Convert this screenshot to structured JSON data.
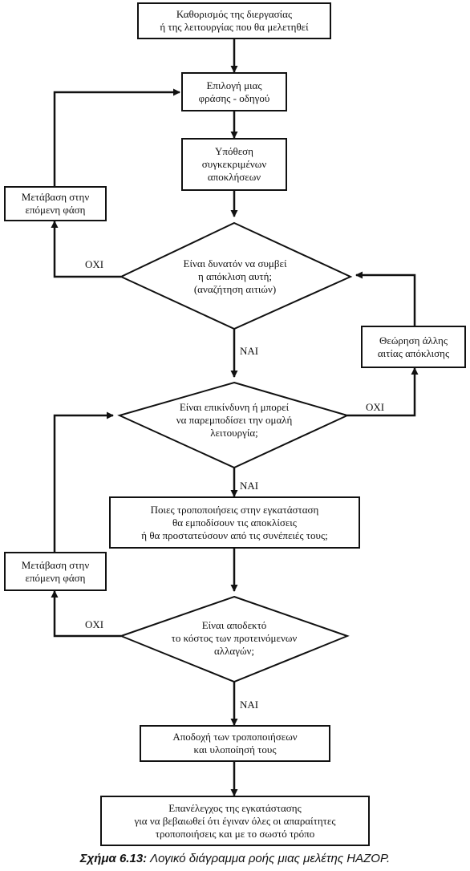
{
  "nodes": {
    "define": "Καθορισμός της διεργασίας\nή της λειτουργίας που θα μελετηθεί",
    "select_phrase": "Επιλογή μιας\nφράσης - οδηγού",
    "assume": "Υπόθεση\nσυγκεκριμένων\nαποκλήσεων",
    "next_phase_1": "Μετάβαση στην\nεπόμενη φάση",
    "decision_possible": "Είναι δυνατόν να συμβεί\nη απόκλιση αυτή;\n(αναζήτηση αιτιών)",
    "other_cause": "Θεώρηση άλλης\nαιτίας απόκλισης",
    "decision_dangerous": "Είναι επικίνδυνη ή μπορεί\nνα παρεμποδίσει την ομαλή\nλειτουργία;",
    "modifications": "Ποιες τροποποιήσεις στην εγκατάσταση\nθα εμποδίσουν τις αποκλίσεις\nή θα προστατεύσουν από τις συνέπειές τους;",
    "next_phase_2": "Μετάβαση στην\nεπόμενη φάση",
    "decision_cost": "Είναι αποδεκτό\nτο κόστος των προτεινόμενων\nαλλαγών;",
    "accept": "Αποδοχή των τροποποιήσεων\nκαι υλοποίησή τους",
    "recheck": "Επανέλεγχος της εγκατάστασης\nγια να βεβαιωθεί ότι έγιναν όλες οι απαραίτητες\nτροποποιήσεις και με το σωστό τρόπο"
  },
  "labels": {
    "no_1": "ΟΧΙ",
    "yes_1": "ΝΑΙ",
    "no_2": "ΟΧΙ",
    "yes_2": "ΝΑΙ",
    "no_3": "ΟΧΙ",
    "yes_3": "ΝΑΙ"
  },
  "caption": {
    "number": "Σχήμα 6.13:",
    "text": "Λογικό διάγραμμα ροής μιας μελέτης HAZOP."
  }
}
